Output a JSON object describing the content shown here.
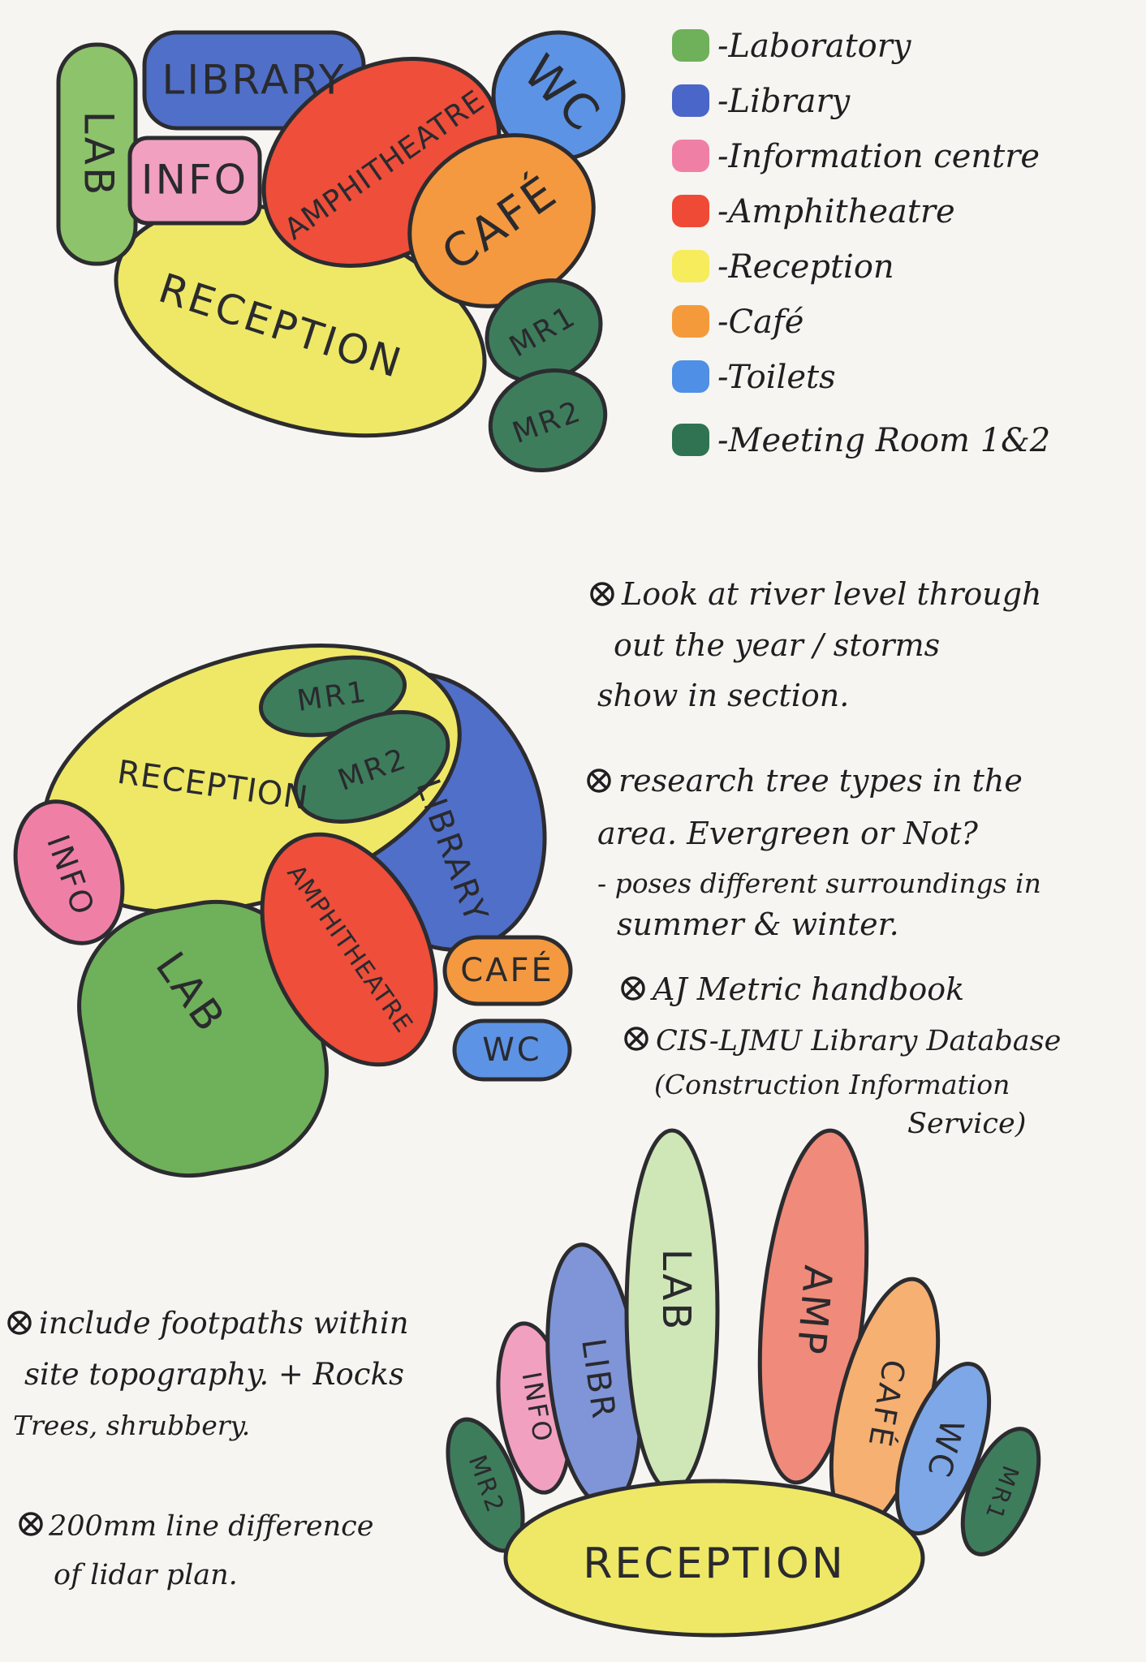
{
  "legend": {
    "items": [
      {
        "label": "-Laboratory",
        "color": "#6fb05a"
      },
      {
        "label": "-Library",
        "color": "#4a66c8"
      },
      {
        "label": "-Information centre",
        "color": "#f07fa6"
      },
      {
        "label": "-Amphitheatre",
        "color": "#ef4a35"
      },
      {
        "label": "-Reception",
        "color": "#f6ec5c"
      },
      {
        "label": "-Café",
        "color": "#f59a3a"
      },
      {
        "label": "-Toilets",
        "color": "#4f8fe6"
      },
      {
        "label": "-Meeting Room 1&2",
        "color": "#2f7352"
      }
    ]
  },
  "colors": {
    "lab": "#8dc36a",
    "library": "#4f6fc9",
    "info": "#f2a0bf",
    "amp": "#ee4e3a",
    "reception": "#eee866",
    "cafe": "#f4993f",
    "wc": "#5d93e5",
    "mr": "#3d7d5c",
    "outline": "#2c2c30"
  },
  "diagram1": {
    "lab": "LAB",
    "library": "LIBRARY",
    "info": "INFO",
    "amp": "AMPHITHEATRE",
    "wc": "WC",
    "cafe": "CAFÉ",
    "reception": "RECEPTION",
    "mr1": "MR1",
    "mr2": "MR2"
  },
  "diagram2": {
    "mr1": "MR1",
    "mr2": "MR2",
    "reception": "RECEPTION",
    "library": "LIBRARY",
    "info": "INFO",
    "amp": "AMPHITHEATRE",
    "lab": "LAB",
    "cafe": "CAFÉ",
    "wc": "WC"
  },
  "diagram3": {
    "lab": "LAB",
    "amp": "AMP",
    "library": "LIBR",
    "cafe": "CAFÉ",
    "info": "INFO",
    "wc": "WC",
    "mr2": "MR2",
    "mr1": "MR1",
    "reception": "RECEPTION"
  },
  "notes": {
    "river": [
      "Look at river level through",
      "out the year / storms",
      "show in section."
    ],
    "trees": [
      "research tree types in the",
      "area. Evergreen or Not?",
      "- poses different surroundings in",
      "summer & winter."
    ],
    "aj": "AJ Metric handbook",
    "cis": [
      "CIS-LJMU Library Database",
      "(Construction Information",
      "Service)"
    ],
    "footpaths": [
      "include footpaths within",
      "site topography. + Rocks",
      "Trees, shrubbery."
    ],
    "lidar": [
      "200mm line difference",
      "of lidar plan."
    ]
  }
}
